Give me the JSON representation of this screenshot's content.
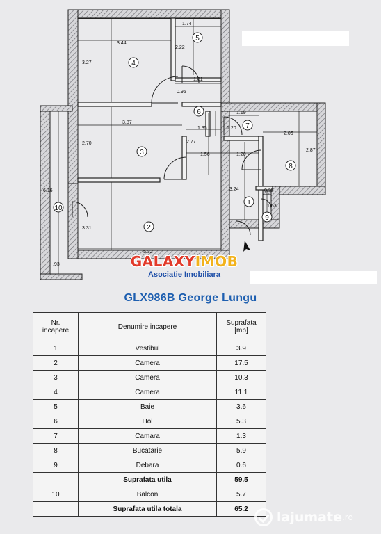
{
  "plan": {
    "room_numbers": [
      "1",
      "2",
      "3",
      "4",
      "5",
      "6",
      "7",
      "8",
      "9",
      "10"
    ],
    "dimensions": [
      "1.74",
      "3.44",
      "2.22",
      "3.27",
      "1.81",
      "0.95",
      "1.19",
      "1.20",
      "3.87",
      "1.35",
      "2.05",
      "2.87",
      "2.70",
      "2.77",
      "1.56",
      "1.20",
      "6.16",
      "3.24",
      "1.63",
      "0.35",
      "3.31",
      "5.32",
      ".93"
    ]
  },
  "logo": {
    "main_a": "GALAXY",
    "main_b": "IMOB",
    "sub": "Asociatie Imobiliara"
  },
  "agent_line": "GLX986B George Lungu",
  "table": {
    "headers": [
      "Nr.\nincapere",
      "Denumire incapere",
      "Suprafata\n[mp]"
    ],
    "rows": [
      {
        "nr": "1",
        "name": "Vestibul",
        "area": "3.9"
      },
      {
        "nr": "2",
        "name": "Camera",
        "area": "17.5"
      },
      {
        "nr": "3",
        "name": "Camera",
        "area": "10.3"
      },
      {
        "nr": "4",
        "name": "Camera",
        "area": "11.1"
      },
      {
        "nr": "5",
        "name": "Baie",
        "area": "3.6"
      },
      {
        "nr": "6",
        "name": "Hol",
        "area": "5.3"
      },
      {
        "nr": "7",
        "name": "Camara",
        "area": "1.3"
      },
      {
        "nr": "8",
        "name": "Bucatarie",
        "area": "5.9"
      },
      {
        "nr": "9",
        "name": "Debara",
        "area": "0.6"
      }
    ],
    "subtotal_label": "Suprafata utila",
    "subtotal_value": "59.5",
    "balcony": {
      "nr": "10",
      "name": "Balcon",
      "area": "5.7"
    },
    "total_label": "Suprafata utila totala",
    "total_value": "65.2"
  },
  "watermark": {
    "brand": "lajumate",
    "tld": ".ro"
  }
}
